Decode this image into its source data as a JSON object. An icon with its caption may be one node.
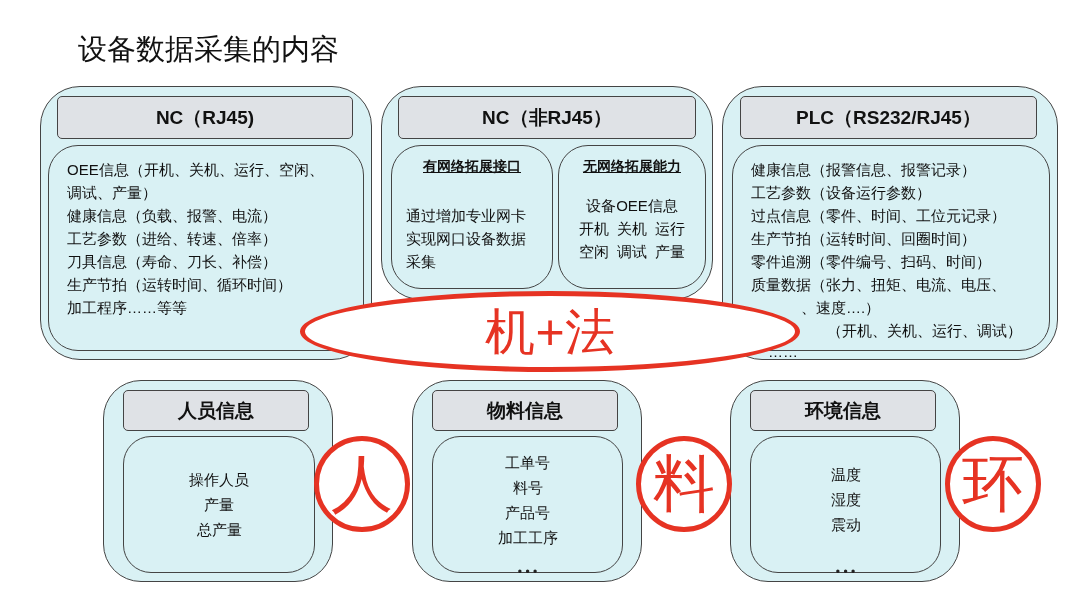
{
  "diagram": {
    "title": "设备数据采集的内容",
    "nodes": [
      {
        "text": [],
        "shape": "box"
      },
      {
        "text": [
          "NC（RJ45)"
        ],
        "in": 0
      },
      {
        "text": [
          "OEE信息（开机、关机、运行、空闲、调试、产量）",
          "健康信息（负载、报警、电流）",
          "工艺参数（进给、转速、倍率）",
          "刀具信息（寿命、刀长、补偿）",
          "生产节拍（运转时间、循环时间）",
          "加工程序……等等"
        ],
        "in": 0
      },
      {
        "text": [],
        "shape": "box"
      },
      {
        "text": [
          "NC（非RJ45）"
        ],
        "in": 3
      },
      {
        "text": [
          "有网络拓展接口",
          "通过增加专业网卡实现网口设备数据采集"
        ],
        "in": 3
      },
      {
        "text": [
          "无网络拓展能力",
          "设备OEE信息",
          "开机  关机  运行",
          "空闲  调试  产量"
        ],
        "in": 3
      },
      {
        "text": [],
        "shape": "box"
      },
      {
        "text": [
          "PLC（RS232/RJ45）"
        ],
        "in": 7
      },
      {
        "text": [
          "健康信息（报警信息、报警记录）",
          "工艺参数（设备运行参数）",
          "过点信息（零件、时间、工位元记录）",
          "生产节拍（运转时间、回圈时间）",
          "零件追溯（零件编号、扫码、时间）",
          "质量数据（张力、扭矩、电流、电压、",
          "、速度….）",
          "（开机、关机、运行、调试）"
        ],
        "in": 7
      },
      {
        "text": [
          "机+法"
        ]
      },
      {
        "text": [],
        "shape": "box"
      },
      {
        "text": [
          "人员信息"
        ],
        "in": 11
      },
      {
        "text": [
          "操作人员",
          "产量",
          "总产量"
        ],
        "in": 11
      },
      {
        "text": [
          "人"
        ]
      },
      {
        "text": [],
        "shape": "box"
      },
      {
        "text": [
          "物料信息"
        ],
        "in": 15
      },
      {
        "text": [
          "工单号",
          "料号",
          "产品号",
          "加工工序",
          "• • •"
        ],
        "in": 15
      },
      {
        "text": [
          "料"
        ]
      },
      {
        "text": [],
        "shape": "box"
      },
      {
        "text": [
          "环境信息"
        ],
        "in": 19
      },
      {
        "text": [
          "温度",
          "湿度",
          "震动",
          "• • •"
        ],
        "in": 19
      },
      {
        "text": [
          "环"
        ]
      }
    ],
    "labels": [
      "……"
    ]
  }
}
